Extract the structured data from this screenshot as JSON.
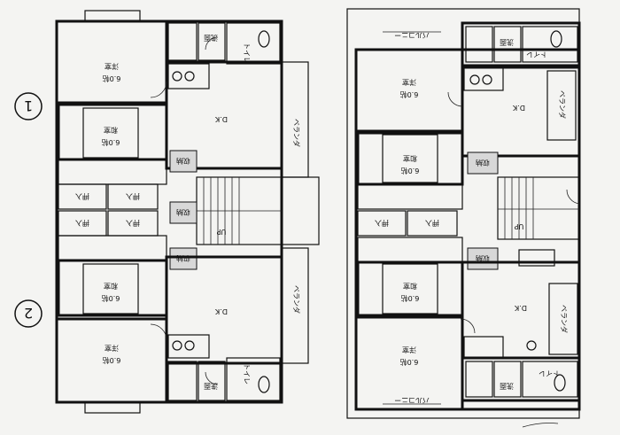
{
  "labels": {
    "unit_1": "1",
    "unit_2": "2",
    "western_room": "洋室",
    "japanese_room": "和室",
    "size_6": "6.0帖",
    "dk": "D.K",
    "toilet": "トイレ",
    "washroom": "洗面",
    "closet": "収納",
    "oshiire": "押入",
    "balcony": "バルコニー",
    "veranda": "ベランダ",
    "up": "UP"
  },
  "colors": {
    "ink": "#111111",
    "paper": "#f4f4f2"
  }
}
